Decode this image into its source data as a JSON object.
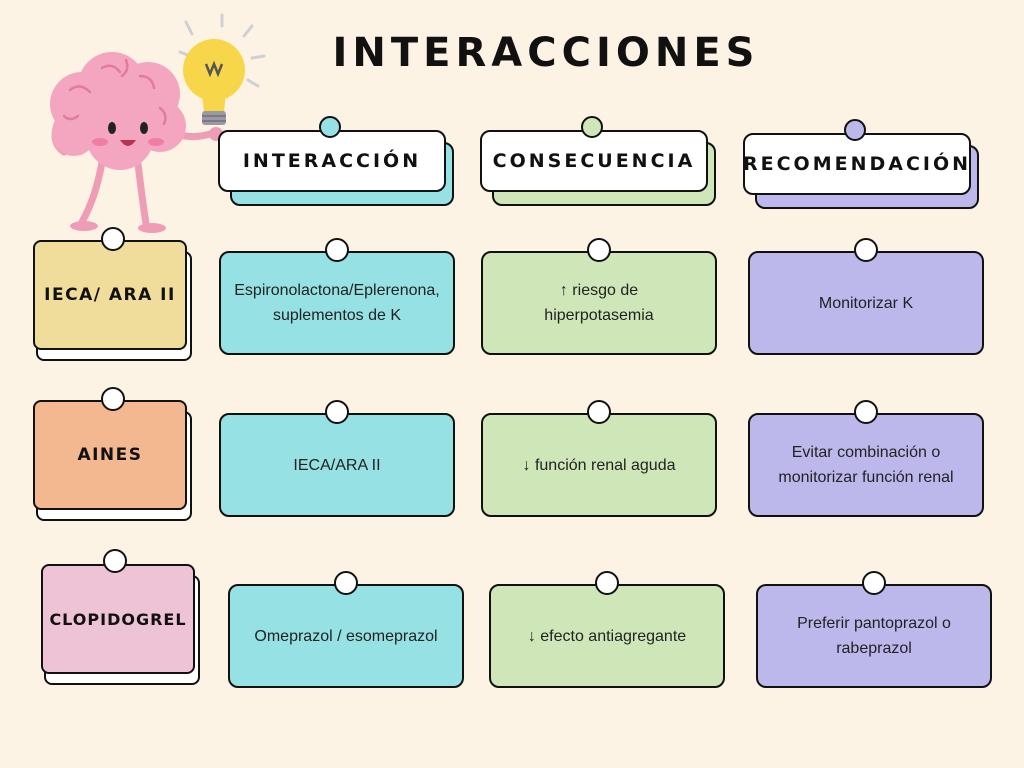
{
  "title": "INTERACCIONES",
  "headers": [
    "INTERACCIÓN",
    "CONSECUENCIA",
    "RECOMENDACIÓN"
  ],
  "colors": {
    "background": "#fdf3e4",
    "interaccion": "#95e1e3",
    "consecuencia": "#cfe6b8",
    "recomendacion": "#bdb8ec",
    "ieca": "#f0dd9c",
    "aines": "#f4b891",
    "clopidogrel": "#efc3d6"
  },
  "illustration": {
    "icons": [
      "brain-character-icon",
      "lightbulb-icon"
    ]
  },
  "rows": [
    {
      "drug": "IECA/ ARA II",
      "interaccion": "Espironolactona/Eplerenona,\nsuplementos de K",
      "consecuencia": "↑ riesgo de\nhiperpotasemia",
      "recomendacion": "Monitorizar K"
    },
    {
      "drug": "AINES",
      "interaccion": "IECA/ARA II",
      "consecuencia": "↓ función renal aguda",
      "recomendacion": "Evitar combinación o\nmonitorizar función renal"
    },
    {
      "drug": "CLOPIDOGREL",
      "interaccion": "Omeprazol / esomeprazol",
      "consecuencia": "↓ efecto antiagregante",
      "recomendacion": "Preferir pantoprazol o\nrabeprazol"
    }
  ]
}
